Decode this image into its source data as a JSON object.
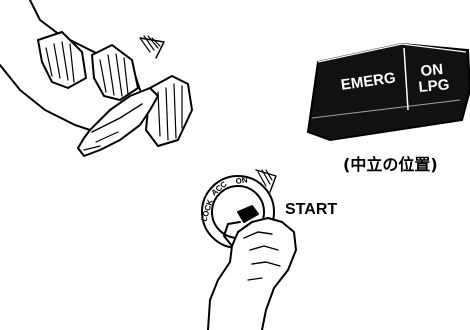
{
  "switch": {
    "left_label": "EMERG",
    "right_label_line1": "ON",
    "right_label_line2": "LPG"
  },
  "caption": "(中立の位置)",
  "ignition": {
    "positions": [
      "LOCK",
      "ACC",
      "ON"
    ],
    "start_label": "START"
  },
  "colors": {
    "ink": "#000000",
    "switch_body": "#111111",
    "paper": "#ffffff"
  }
}
